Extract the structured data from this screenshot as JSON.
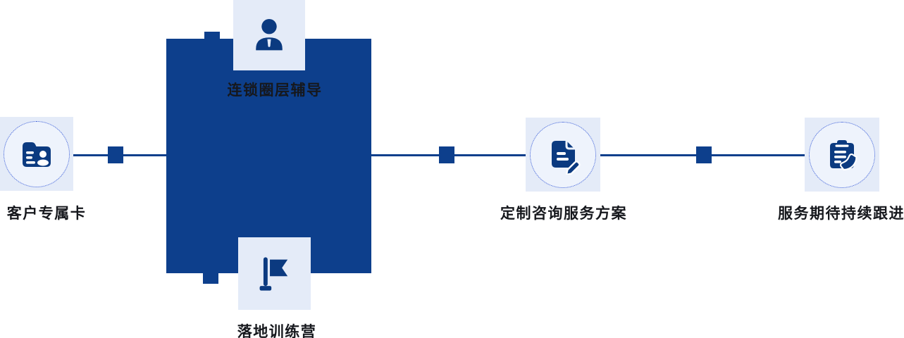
{
  "colors": {
    "navy": "#0d3f8c",
    "icon_navy": "#0b3a80",
    "card_bg": "#e4ebf8",
    "circle_bg": "#eef3fc",
    "dot_border": "#2f54d6",
    "label": "#16181d"
  },
  "flow": {
    "steps": [
      {
        "label": "客户专属卡",
        "icon": "contact-card-icon"
      },
      {
        "label": "定制咨询服务方案",
        "icon": "document-edit-icon"
      },
      {
        "label": "服务期待持续跟进",
        "icon": "clipboard-phone-icon"
      }
    ],
    "hub": {
      "top_label": "连锁圈层辅导",
      "top_icon": "person-icon",
      "bottom_label": "落地训练营",
      "bottom_icon": "flag-icon"
    }
  }
}
